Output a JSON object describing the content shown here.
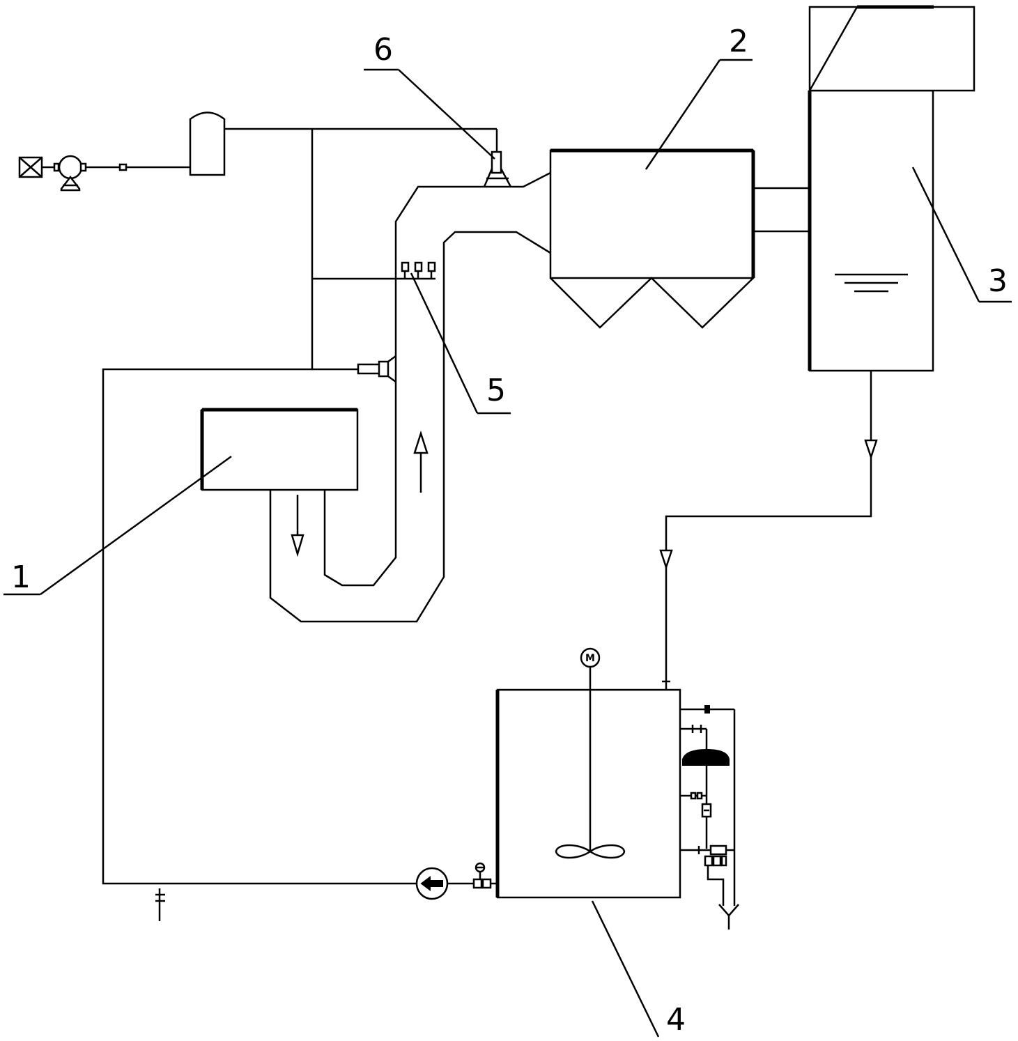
{
  "labels": {
    "item_1": "1",
    "item_2": "2",
    "item_3": "3",
    "item_4": "4",
    "item_5": "5",
    "item_6": "6"
  },
  "motor_symbol": "M",
  "colors": {
    "line": "#000000",
    "background": "#ffffff"
  }
}
